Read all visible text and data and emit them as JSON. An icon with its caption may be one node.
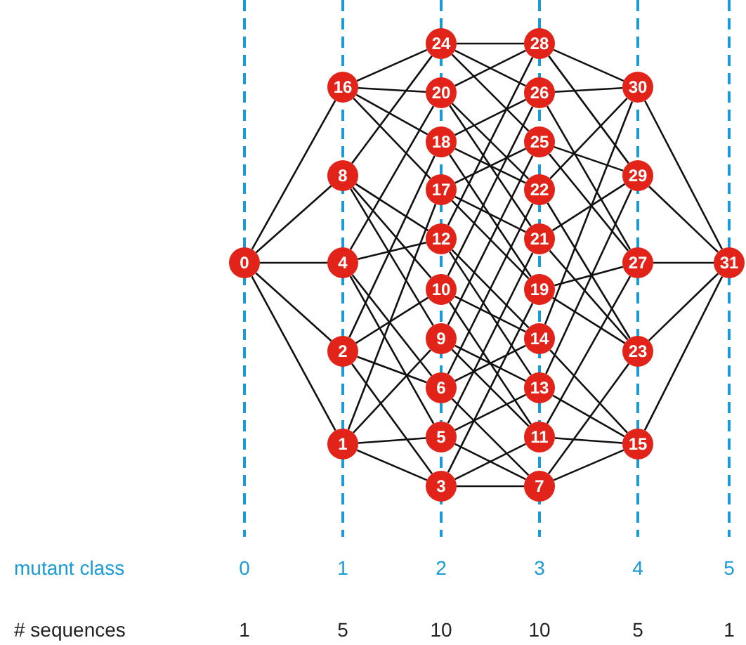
{
  "diagram": {
    "nodes": [
      {
        "text": [
          "0"
        ]
      },
      {
        "text": [
          "1"
        ]
      },
      {
        "text": [
          "2"
        ]
      },
      {
        "text": [
          "3"
        ]
      },
      {
        "text": [
          "4"
        ]
      },
      {
        "text": [
          "5"
        ]
      },
      {
        "text": [
          "6"
        ]
      },
      {
        "text": [
          "7"
        ]
      },
      {
        "text": [
          "8"
        ]
      },
      {
        "text": [
          "9"
        ]
      },
      {
        "text": [
          "10"
        ]
      },
      {
        "text": [
          "11"
        ]
      },
      {
        "text": [
          "12"
        ]
      },
      {
        "text": [
          "13"
        ]
      },
      {
        "text": [
          "14"
        ]
      },
      {
        "text": [
          "15"
        ]
      },
      {
        "text": [
          "16"
        ]
      },
      {
        "text": [
          "17"
        ]
      },
      {
        "text": [
          "18"
        ]
      },
      {
        "text": [
          "19"
        ]
      },
      {
        "text": [
          "20"
        ]
      },
      {
        "text": [
          "21"
        ]
      },
      {
        "text": [
          "22"
        ]
      },
      {
        "text": [
          "23"
        ]
      },
      {
        "text": [
          "24"
        ]
      },
      {
        "text": [
          "25"
        ]
      },
      {
        "text": [
          "26"
        ]
      },
      {
        "text": [
          "27"
        ]
      },
      {
        "text": [
          "28"
        ]
      },
      {
        "text": [
          "29"
        ]
      },
      {
        "text": [
          "30"
        ]
      },
      {
        "text": [
          "31"
        ]
      }
    ],
    "edges": [
      {
        "from": 0,
        "to": 1,
        "arrow": "none"
      },
      {
        "from": 0,
        "to": 2,
        "arrow": "none"
      },
      {
        "from": 0,
        "to": 4,
        "arrow": "none"
      },
      {
        "from": 0,
        "to": 8,
        "arrow": "none"
      },
      {
        "from": 0,
        "to": 16,
        "arrow": "none"
      },
      {
        "from": 1,
        "to": 3,
        "arrow": "none"
      },
      {
        "from": 1,
        "to": 5,
        "arrow": "none"
      },
      {
        "from": 1,
        "to": 9,
        "arrow": "none"
      },
      {
        "from": 1,
        "to": 17,
        "arrow": "none"
      },
      {
        "from": 2,
        "to": 3,
        "arrow": "none"
      },
      {
        "from": 2,
        "to": 6,
        "arrow": "none"
      },
      {
        "from": 2,
        "to": 10,
        "arrow": "none"
      },
      {
        "from": 2,
        "to": 18,
        "arrow": "none"
      },
      {
        "from": 3,
        "to": 7,
        "arrow": "none"
      },
      {
        "from": 3,
        "to": 11,
        "arrow": "none"
      },
      {
        "from": 3,
        "to": 19,
        "arrow": "none"
      },
      {
        "from": 4,
        "to": 5,
        "arrow": "none"
      },
      {
        "from": 4,
        "to": 6,
        "arrow": "none"
      },
      {
        "from": 4,
        "to": 12,
        "arrow": "none"
      },
      {
        "from": 4,
        "to": 20,
        "arrow": "none"
      },
      {
        "from": 5,
        "to": 7,
        "arrow": "none"
      },
      {
        "from": 5,
        "to": 13,
        "arrow": "none"
      },
      {
        "from": 5,
        "to": 21,
        "arrow": "none"
      },
      {
        "from": 6,
        "to": 7,
        "arrow": "none"
      },
      {
        "from": 6,
        "to": 14,
        "arrow": "none"
      },
      {
        "from": 6,
        "to": 22,
        "arrow": "none"
      },
      {
        "from": 7,
        "to": 15,
        "arrow": "none"
      },
      {
        "from": 7,
        "to": 23,
        "arrow": "none"
      },
      {
        "from": 8,
        "to": 9,
        "arrow": "none"
      },
      {
        "from": 8,
        "to": 10,
        "arrow": "none"
      },
      {
        "from": 8,
        "to": 12,
        "arrow": "none"
      },
      {
        "from": 8,
        "to": 24,
        "arrow": "none"
      },
      {
        "from": 9,
        "to": 11,
        "arrow": "none"
      },
      {
        "from": 9,
        "to": 13,
        "arrow": "none"
      },
      {
        "from": 9,
        "to": 25,
        "arrow": "none"
      },
      {
        "from": 10,
        "to": 11,
        "arrow": "none"
      },
      {
        "from": 10,
        "to": 14,
        "arrow": "none"
      },
      {
        "from": 10,
        "to": 26,
        "arrow": "none"
      },
      {
        "from": 11,
        "to": 15,
        "arrow": "none"
      },
      {
        "from": 11,
        "to": 27,
        "arrow": "none"
      },
      {
        "from": 12,
        "to": 13,
        "arrow": "none"
      },
      {
        "from": 12,
        "to": 14,
        "arrow": "none"
      },
      {
        "from": 12,
        "to": 28,
        "arrow": "none"
      },
      {
        "from": 13,
        "to": 15,
        "arrow": "none"
      },
      {
        "from": 13,
        "to": 29,
        "arrow": "none"
      },
      {
        "from": 14,
        "to": 15,
        "arrow": "none"
      },
      {
        "from": 14,
        "to": 30,
        "arrow": "none"
      },
      {
        "from": 15,
        "to": 31,
        "arrow": "none"
      },
      {
        "from": 16,
        "to": 17,
        "arrow": "none"
      },
      {
        "from": 16,
        "to": 18,
        "arrow": "none"
      },
      {
        "from": 16,
        "to": 20,
        "arrow": "none"
      },
      {
        "from": 16,
        "to": 24,
        "arrow": "none"
      },
      {
        "from": 17,
        "to": 19,
        "arrow": "none"
      },
      {
        "from": 17,
        "to": 21,
        "arrow": "none"
      },
      {
        "from": 17,
        "to": 25,
        "arrow": "none"
      },
      {
        "from": 18,
        "to": 19,
        "arrow": "none"
      },
      {
        "from": 18,
        "to": 22,
        "arrow": "none"
      },
      {
        "from": 18,
        "to": 26,
        "arrow": "none"
      },
      {
        "from": 19,
        "to": 23,
        "arrow": "none"
      },
      {
        "from": 19,
        "to": 27,
        "arrow": "none"
      },
      {
        "from": 20,
        "to": 21,
        "arrow": "none"
      },
      {
        "from": 20,
        "to": 22,
        "arrow": "none"
      },
      {
        "from": 20,
        "to": 28,
        "arrow": "none"
      },
      {
        "from": 21,
        "to": 23,
        "arrow": "none"
      },
      {
        "from": 21,
        "to": 29,
        "arrow": "none"
      },
      {
        "from": 22,
        "to": 23,
        "arrow": "none"
      },
      {
        "from": 22,
        "to": 30,
        "arrow": "none"
      },
      {
        "from": 23,
        "to": 31,
        "arrow": "none"
      },
      {
        "from": 24,
        "to": 25,
        "arrow": "none"
      },
      {
        "from": 24,
        "to": 26,
        "arrow": "none"
      },
      {
        "from": 24,
        "to": 28,
        "arrow": "none"
      },
      {
        "from": 25,
        "to": 27,
        "arrow": "none"
      },
      {
        "from": 25,
        "to": 29,
        "arrow": "none"
      },
      {
        "from": 26,
        "to": 27,
        "arrow": "none"
      },
      {
        "from": 26,
        "to": 30,
        "arrow": "none"
      },
      {
        "from": 27,
        "to": 31,
        "arrow": "none"
      },
      {
        "from": 28,
        "to": 29,
        "arrow": "none"
      },
      {
        "from": 28,
        "to": 30,
        "arrow": "none"
      },
      {
        "from": 29,
        "to": 31,
        "arrow": "none"
      },
      {
        "from": 30,
        "to": 31,
        "arrow": "none"
      }
    ],
    "labels": [
      "mutant class",
      "0",
      "1",
      "2",
      "3",
      "4",
      "5",
      "# sequences",
      "1",
      "5",
      "10",
      "10",
      "5",
      "1"
    ]
  }
}
